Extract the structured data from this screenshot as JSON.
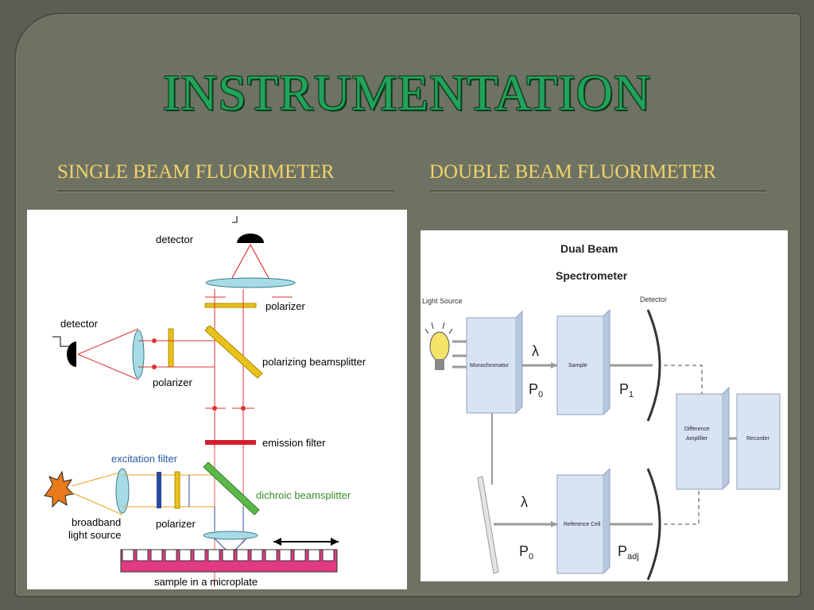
{
  "slide": {
    "title": "INSTRUMENTATION",
    "left_heading": "SINGLE BEAM FLUORIMETER",
    "right_heading": "DOUBLE BEAM FLUORIMETER"
  },
  "single_beam": {
    "detector_top": "detector",
    "polarizer_top": "polarizer",
    "detector_left": "detector",
    "polarizing_beamsplitter": "polarizing beamsplitter",
    "polarizer_left": "polarizer",
    "emission_filter": "emission filter",
    "excitation_filter": "excitation filter",
    "dichroic_beamsplitter": "dichroic beamsplitter",
    "polarizer_bottom": "polarizer",
    "light_source_line1": "broadband",
    "light_source_line2": "light source",
    "sample": "sample in a microplate"
  },
  "double_beam": {
    "title_line1": "Dual Beam",
    "title_line2": "Spectrometer",
    "light_source": "Light Source",
    "detector": "Detector",
    "monochromator": "Monochromator",
    "sample": "Sample",
    "reference_cell": "Reference Cell",
    "difference_amplifier_line1": "Difference",
    "difference_amplifier_line2": "Amplifier",
    "recorder": "Recorder",
    "lambda": "λ",
    "p0": "P",
    "p0_sub": "0",
    "p1": "P",
    "p1_sub": "1",
    "padj": "P",
    "padj_sub": "adj"
  }
}
